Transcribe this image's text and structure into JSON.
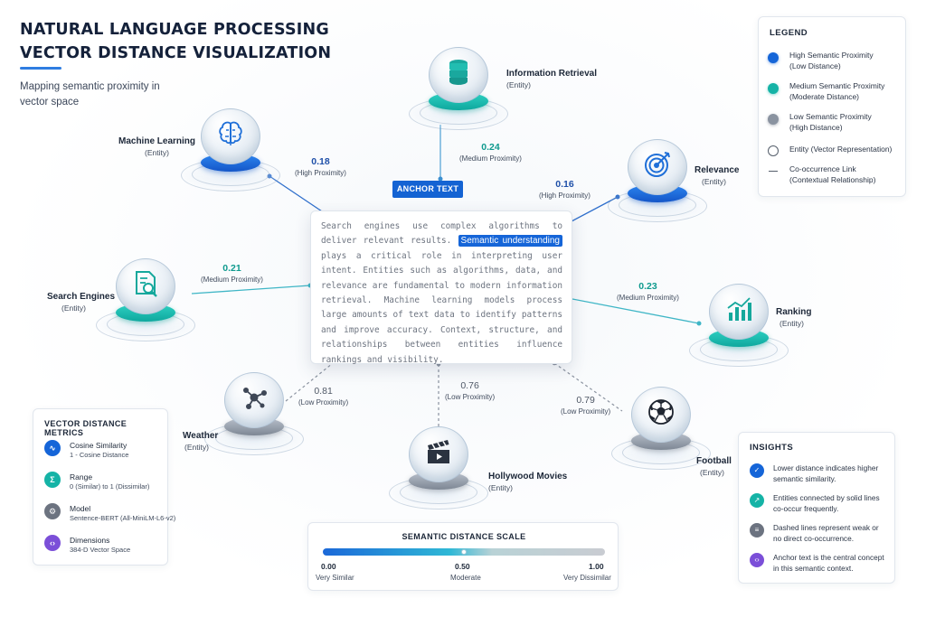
{
  "header": {
    "title_line1": "NATURAL LANGUAGE PROCESSING",
    "title_line2": "VECTOR DISTANCE VISUALIZATION",
    "subtitle": "Mapping semantic proximity in vector space"
  },
  "anchor": {
    "tag": "ANCHOR TEXT",
    "text_before": "Search engines use complex algorithms to deliver relevant results.",
    "highlight": "Semantic understanding",
    "text_after": "plays a critical role in interpreting user intent. Entities such as algorithms, data, and relevance are fundamental to modern information retrieval. Machine learning models process large amounts of text data to identify patterns and improve accuracy. Context, structure, and relationships between entities influence rankings and visibility."
  },
  "entities": [
    {
      "id": "information-retrieval",
      "name": "Information Retrieval",
      "type": "(Entity)",
      "distance": "0.24",
      "proximity": "(Medium Proximity)",
      "level": "med",
      "icon": "database-icon"
    },
    {
      "id": "machine-learning",
      "name": "Machine Learning",
      "type": "(Entity)",
      "distance": "0.18",
      "proximity": "(High Proximity)",
      "level": "high",
      "icon": "brain-icon"
    },
    {
      "id": "relevance",
      "name": "Relevance",
      "type": "(Entity)",
      "distance": "0.16",
      "proximity": "(High Proximity)",
      "level": "high",
      "icon": "target-icon"
    },
    {
      "id": "search-engines",
      "name": "Search Engines",
      "type": "(Entity)",
      "distance": "0.21",
      "proximity": "(Medium Proximity)",
      "level": "med",
      "icon": "document-search-icon"
    },
    {
      "id": "ranking",
      "name": "Ranking",
      "type": "(Entity)",
      "distance": "0.23",
      "proximity": "(Medium Proximity)",
      "level": "med",
      "icon": "bar-chart-icon"
    },
    {
      "id": "weather",
      "name": "Weather",
      "type": "(Entity)",
      "distance": "0.81",
      "proximity": "(Low Proximity)",
      "level": "low",
      "icon": "molecule-icon"
    },
    {
      "id": "hollywood-movies",
      "name": "Hollywood Movies",
      "type": "(Entity)",
      "distance": "0.76",
      "proximity": "(Low Proximity)",
      "level": "low",
      "icon": "clapperboard-icon"
    },
    {
      "id": "football",
      "name": "Football",
      "type": "(Entity)",
      "distance": "0.79",
      "proximity": "(Low Proximity)",
      "level": "low",
      "icon": "soccer-ball-icon"
    }
  ],
  "legend": {
    "title": "LEGEND",
    "items": [
      {
        "label": "High Semantic Proximity",
        "sub": "(Low Distance)",
        "icon": "blue-dot-icon",
        "color": "#1565d8"
      },
      {
        "label": "Medium Semantic Proximity",
        "sub": "(Moderate Distance)",
        "icon": "teal-dot-icon",
        "color": "#15b3a6"
      },
      {
        "label": "Low Semantic Proximity",
        "sub": "(High Distance)",
        "icon": "gray-dot-icon",
        "color": "#8a93a0"
      },
      {
        "label": "Entity (Vector Representation)",
        "sub": "",
        "icon": "circle-outline-icon",
        "color": "#555e6b"
      },
      {
        "label": "Co-occurrence Link",
        "sub": "(Contextual Relationship)",
        "icon": "link-line-icon",
        "color": "#555e6b"
      }
    ]
  },
  "metrics": {
    "title": "VECTOR DISTANCE METRICS",
    "items": [
      {
        "name": "Cosine Similarity",
        "desc": "1 - Cosine Distance",
        "icon": "cosine-icon",
        "color": "#1565d8"
      },
      {
        "name": "Range",
        "desc": "0 (Similar) to 1 (Dissimilar)",
        "icon": "sigma-icon",
        "color": "#15b3a6"
      },
      {
        "name": "Model",
        "desc": "Sentence-BERT (All-MiniLM-L6-v2)",
        "icon": "gear-icon",
        "color": "#6c7380"
      },
      {
        "name": "Dimensions",
        "desc": "384-D Vector Space",
        "icon": "code-icon",
        "color": "#7b4fd8"
      }
    ]
  },
  "insights": {
    "title": "INSIGHTS",
    "items": [
      {
        "text": "Lower distance indicates higher semantic similarity.",
        "icon": "check-icon",
        "color": "#1565d8"
      },
      {
        "text": "Entities connected by solid lines co-occur frequently.",
        "icon": "share-icon",
        "color": "#15b3a6"
      },
      {
        "text": "Dashed lines represent weak or no direct co-occurrence.",
        "icon": "list-icon",
        "color": "#6c7380"
      },
      {
        "text": "Anchor text is the central concept in this semantic context.",
        "icon": "code-icon",
        "color": "#7b4fd8"
      }
    ]
  },
  "scale": {
    "title": "SEMANTIC DISTANCE SCALE",
    "ticks": [
      {
        "value": "0.00",
        "label": "Very Similar"
      },
      {
        "value": "0.50",
        "label": "Moderate"
      },
      {
        "value": "1.00",
        "label": "Very Dissimilar"
      }
    ]
  }
}
